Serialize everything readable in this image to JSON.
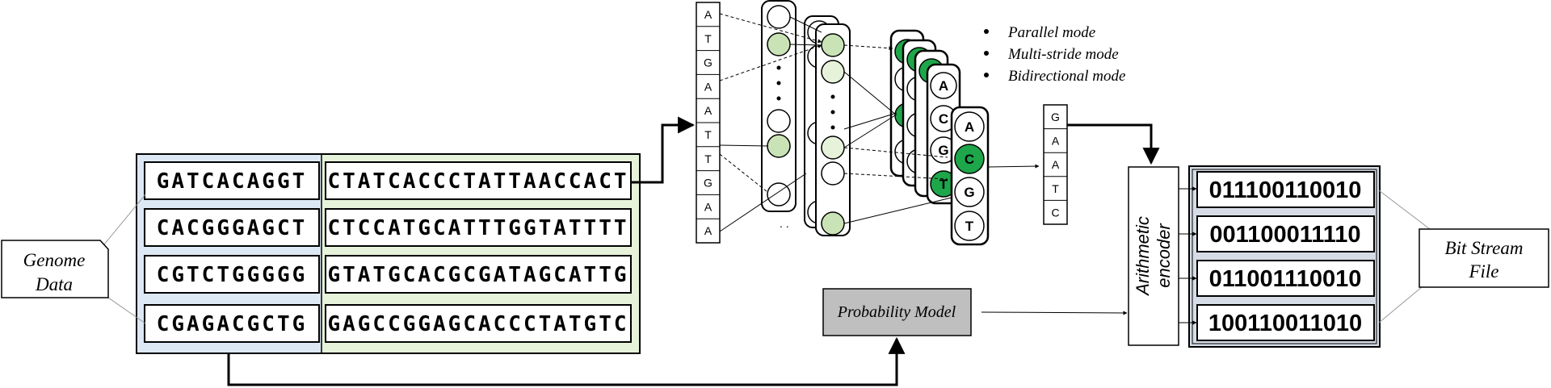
{
  "genome_data": {
    "label_line1": "Genome",
    "label_line2": "Data",
    "rows": [
      {
        "left": "GATCACAGGT",
        "right": "CTATCACCCTATTAACCACT"
      },
      {
        "left": "CACGGGAGCT",
        "right": "CTCCATGCATTTGGTATTTT"
      },
      {
        "left": "CGTCTGGGGG",
        "right": "GTATGCACGCGATAGCATTG"
      },
      {
        "left": "CGAGACGCTG",
        "right": "GAGCCGGAGCACCCTATGTC"
      }
    ]
  },
  "input_column": [
    "A",
    "T",
    "G",
    "A",
    "A",
    "T",
    "T",
    "G",
    "A",
    "A"
  ],
  "modes": [
    "Parallel mode",
    "Multi-stride mode",
    "Bidirectional mode"
  ],
  "output_nodes": [
    "A",
    "C",
    "G",
    "T"
  ],
  "back_nodes": [
    "A",
    "C",
    "G",
    "T"
  ],
  "output_column": [
    "G",
    "A",
    "A",
    "T",
    "C"
  ],
  "probability_model": "Probability Model",
  "encoder": {
    "line1": "Arithmetic",
    "line2": "encoder"
  },
  "bit_stream": {
    "label_line1": "Bit Stream",
    "label_line2": "File",
    "rows": [
      "011100110010",
      "001100011110",
      "011001110010",
      "100110011010"
    ]
  },
  "colors": {
    "blue_region": "#dde8f5",
    "green_region": "#e6f2da",
    "light_green_node": "#c9e3b6",
    "dark_green_node": "#1ea64a",
    "prob_model_fill": "#bfbfbf",
    "bit_panel_fill": "#d6dce5"
  }
}
